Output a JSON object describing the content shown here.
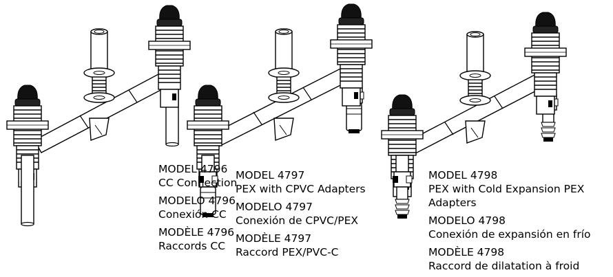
{
  "models": [
    {
      "id": "4796",
      "en_model": "MODEL 4796",
      "en_desc": "CC Connection",
      "es_model": "MODELO 4796",
      "es_desc": "Conexión CC",
      "fr_model": "MODÈLE 4796",
      "fr_desc": "Raccords CC"
    },
    {
      "id": "4797",
      "en_model": "MODEL 4797",
      "en_desc": "PEX with CPVC Adapters",
      "es_model": "MODELO 4797",
      "es_desc": "Conexión de CPVC/PEX",
      "fr_model": "MODÈLE 4797",
      "fr_desc": "Raccord PEX/PVC-C"
    },
    {
      "id": "4798",
      "en_model": "MODEL 4798",
      "en_desc": [
        "PEX with Cold Expansion PEX",
        "Adapters"
      ],
      "es_model": "MODELO 4798",
      "es_desc": "Conexión de expansión en frío",
      "fr_model": "MODÈLE 4798",
      "fr_desc": "Raccord de dilatation à froid"
    }
  ]
}
